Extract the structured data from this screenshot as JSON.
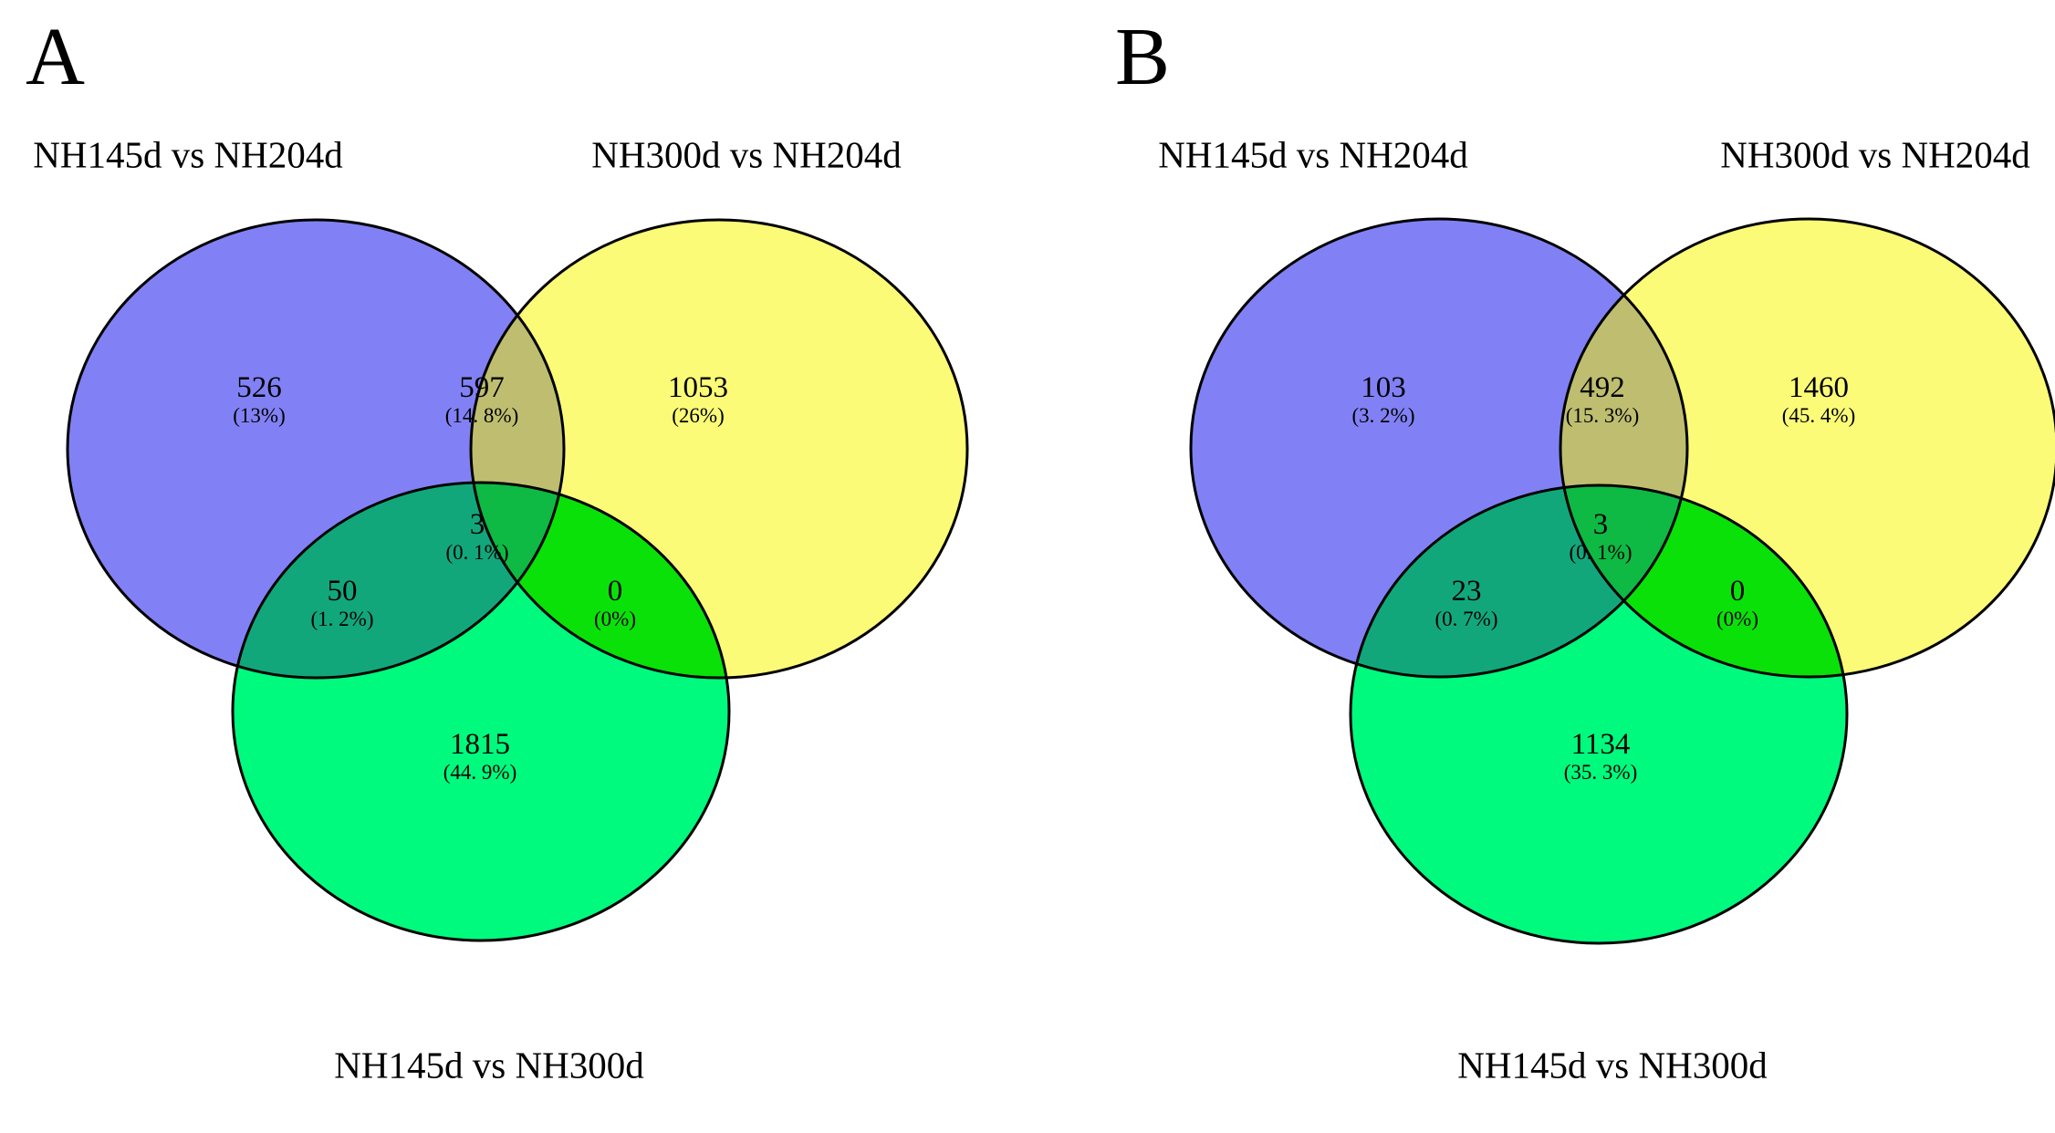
{
  "figure": {
    "background": "#ffffff",
    "outline_color": "#000000",
    "overlap_colors": {
      "set1_set2": "#bfbe70",
      "set1_set3": "#12a77b",
      "set2_set3": "#09e109",
      "all": "#0eb944"
    },
    "panels": [
      {
        "letter": "A",
        "sets": [
          {
            "label": "NH145d vs NH204d",
            "color": "#8181f5"
          },
          {
            "label": "NH300d vs NH204d",
            "color": "#fbfb78"
          },
          {
            "label": "NH145d vs NH300d",
            "color": "#00fa7d"
          }
        ],
        "regions": {
          "set1_only": {
            "count": "526",
            "percent": "(13%)"
          },
          "set2_only": {
            "count": "1053",
            "percent": "(26%)"
          },
          "set3_only": {
            "count": "1815",
            "percent": "(44. 9%)"
          },
          "set1_set2": {
            "count": "597",
            "percent": "(14. 8%)"
          },
          "set1_set3": {
            "count": "50",
            "percent": "(1. 2%)"
          },
          "set2_set3": {
            "count": "0",
            "percent": "(0%)"
          },
          "all": {
            "count": "3",
            "percent": "(0. 1%)"
          }
        }
      },
      {
        "letter": "B",
        "sets": [
          {
            "label": "NH145d vs NH204d",
            "color": "#8181f5"
          },
          {
            "label": "NH300d vs NH204d",
            "color": "#fbfb78"
          },
          {
            "label": "NH145d vs NH300d",
            "color": "#00fa7d"
          }
        ],
        "regions": {
          "set1_only": {
            "count": "103",
            "percent": "(3. 2%)"
          },
          "set2_only": {
            "count": "1460",
            "percent": "(45. 4%)"
          },
          "set3_only": {
            "count": "1134",
            "percent": "(35. 3%)"
          },
          "set1_set2": {
            "count": "492",
            "percent": "(15. 3%)"
          },
          "set1_set3": {
            "count": "23",
            "percent": "(0. 7%)"
          },
          "set2_set3": {
            "count": "0",
            "percent": "(0%)"
          },
          "all": {
            "count": "3",
            "percent": "(0. 1%)"
          }
        }
      }
    ]
  },
  "chart_data": [
    {
      "type": "venn",
      "panel": "A",
      "sets": [
        "NH145d vs NH204d",
        "NH300d vs NH204d",
        "NH145d vs NH300d"
      ],
      "set_colors": [
        "#8181f5",
        "#fbfb78",
        "#00fa7d"
      ],
      "regions": {
        "NH145d_vs_NH204d_only": 526,
        "NH300d_vs_NH204d_only": 1053,
        "NH145d_vs_NH300d_only": 1815,
        "NH145dNH204d_and_NH300dNH204d": 597,
        "NH145dNH204d_and_NH145dNH300d": 50,
        "NH300dNH204d_and_NH145dNH300d": 0,
        "all_three": 3
      },
      "region_percents": {
        "NH145d_vs_NH204d_only": "13%",
        "NH300d_vs_NH204d_only": "26%",
        "NH145d_vs_NH300d_only": "44.9%",
        "NH145dNH204d_and_NH300dNH204d": "14.8%",
        "NH145dNH204d_and_NH145dNH300d": "1.2%",
        "NH300dNH204d_and_NH145dNH300d": "0%",
        "all_three": "0.1%"
      }
    },
    {
      "type": "venn",
      "panel": "B",
      "sets": [
        "NH145d vs NH204d",
        "NH300d vs NH204d",
        "NH145d vs NH300d"
      ],
      "set_colors": [
        "#8181f5",
        "#fbfb78",
        "#00fa7d"
      ],
      "regions": {
        "NH145d_vs_NH204d_only": 103,
        "NH300d_vs_NH204d_only": 1460,
        "NH145d_vs_NH300d_only": 1134,
        "NH145dNH204d_and_NH300dNH204d": 492,
        "NH145dNH204d_and_NH145dNH300d": 23,
        "NH300dNH204d_and_NH145dNH300d": 0,
        "all_three": 3
      },
      "region_percents": {
        "NH145d_vs_NH204d_only": "3.2%",
        "NH300d_vs_NH204d_only": "45.4%",
        "NH145d_vs_NH300d_only": "35.3%",
        "NH145dNH204d_and_NH300dNH204d": "15.3%",
        "NH145dNH204d_and_NH145dNH300d": "0.7%",
        "NH300dNH204d_and_NH145dNH300d": "0%",
        "all_three": "0.1%"
      }
    }
  ]
}
